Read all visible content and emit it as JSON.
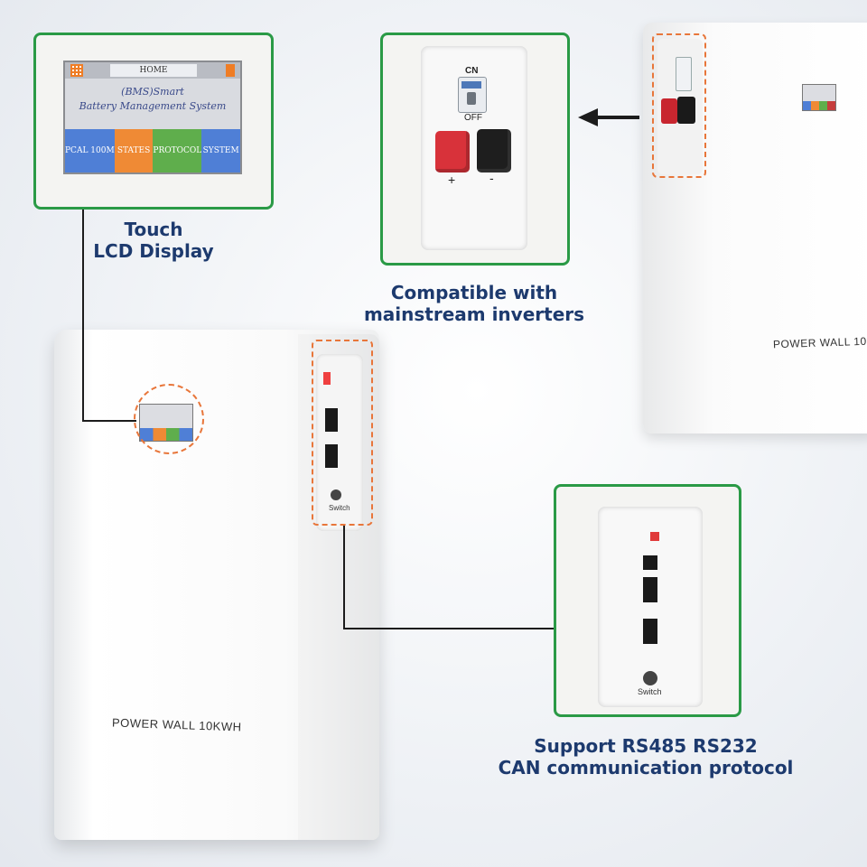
{
  "lcd": {
    "home_label": "HOME",
    "line1": "(BMS)Smart",
    "line2": "Battery Management System",
    "tabs": [
      {
        "label": "PCAL 100M",
        "color": "#4f7fd6"
      },
      {
        "label": "STATES",
        "color": "#ef8a35"
      },
      {
        "label": "PROTOCOL",
        "color": "#5fae4c"
      },
      {
        "label": "SYSTEM",
        "color": "#4f7fd6"
      }
    ]
  },
  "captions": {
    "lcd": [
      "Touch",
      "LCD Display"
    ],
    "inverters": [
      "Compatible with",
      "mainstream inverters"
    ],
    "comms": [
      "Support RS485 RS232",
      "CAN communication protocol"
    ]
  },
  "breaker": {
    "on_label": "CN",
    "off_label": "OFF",
    "plus": "+",
    "minus": "-"
  },
  "ports": {
    "switch_label": "Switch"
  },
  "cabinet": {
    "label": "POWER WALL 10KWH"
  },
  "colors": {
    "callout_border": "#2a9a46",
    "caption_text": "#1d3a6e",
    "dashed_highlight": "#e8763a",
    "terminal_positive": "#d8323a",
    "terminal_negative": "#1e1e1e"
  }
}
